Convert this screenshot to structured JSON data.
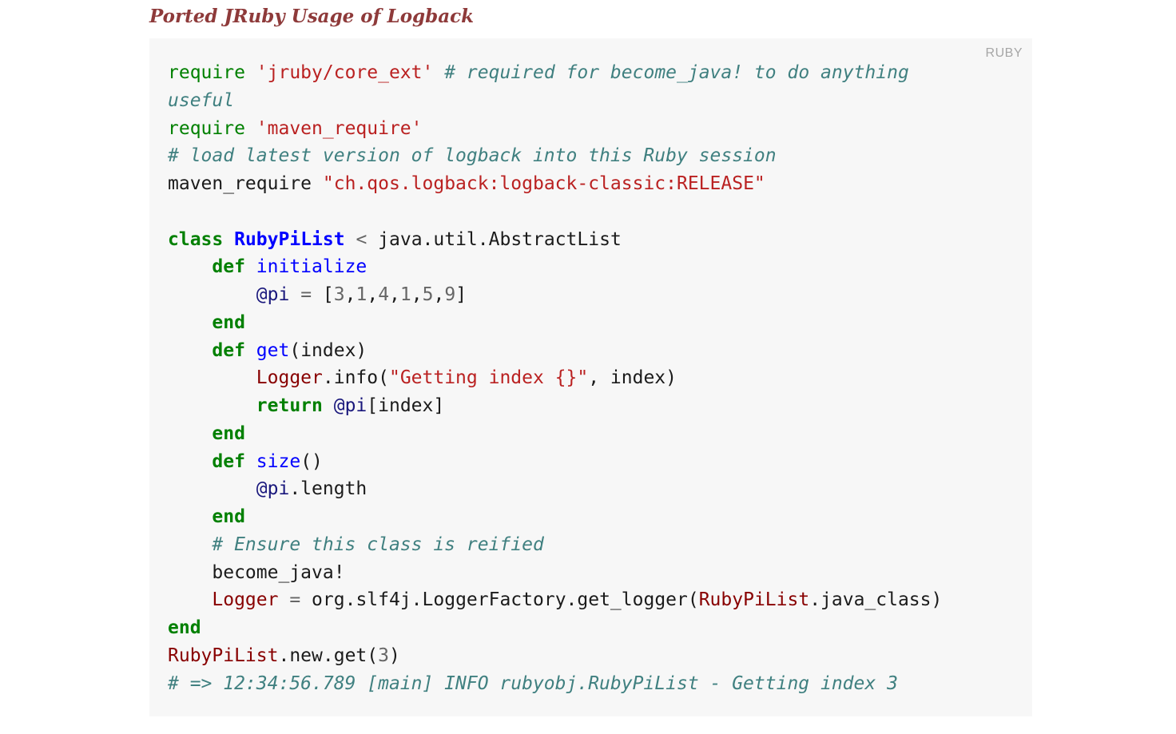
{
  "title": {
    "text": "Ported JRuby Usage of Logback",
    "color": "#8e3a3a"
  },
  "code": {
    "language_label": "RUBY",
    "background": "#f7f7f7",
    "token_colors": {
      "keyword": "#008000",
      "builtin": "#008000",
      "string": "#ba2121",
      "comment": "#408080",
      "class_name": "#0000ff",
      "function_name": "#0000ff",
      "constant": "#880000",
      "instance_variable": "#19177c",
      "number": "#666666",
      "operator": "#666666",
      "plain": "#1b1b1b"
    },
    "lines": [
      [
        [
          "nb",
          "require"
        ],
        [
          "p",
          " "
        ],
        [
          "s",
          "'jruby/core_ext'"
        ],
        [
          "p",
          " "
        ],
        [
          "c",
          "# required for become_java! to do anything"
        ]
      ],
      [
        [
          "c",
          "useful"
        ]
      ],
      [
        [
          "nb",
          "require"
        ],
        [
          "p",
          " "
        ],
        [
          "s",
          "'maven_require'"
        ]
      ],
      [
        [
          "c",
          "# load latest version of logback into this Ruby session"
        ]
      ],
      [
        [
          "p",
          "maven_require "
        ],
        [
          "s",
          "\"ch.qos.logback:logback-classic:RELEASE\""
        ]
      ],
      [],
      [
        [
          "k",
          "class"
        ],
        [
          "p",
          " "
        ],
        [
          "nc",
          "RubyPiList"
        ],
        [
          "p",
          " "
        ],
        [
          "o",
          "<"
        ],
        [
          "p",
          " java.util.AbstractList"
        ]
      ],
      [
        [
          "p",
          "    "
        ],
        [
          "k",
          "def"
        ],
        [
          "p",
          " "
        ],
        [
          "nf",
          "initialize"
        ]
      ],
      [
        [
          "p",
          "        "
        ],
        [
          "vi",
          "@pi"
        ],
        [
          "p",
          " "
        ],
        [
          "o",
          "="
        ],
        [
          "p",
          " ["
        ],
        [
          "m",
          "3"
        ],
        [
          "p",
          ","
        ],
        [
          "m",
          "1"
        ],
        [
          "p",
          ","
        ],
        [
          "m",
          "4"
        ],
        [
          "p",
          ","
        ],
        [
          "m",
          "1"
        ],
        [
          "p",
          ","
        ],
        [
          "m",
          "5"
        ],
        [
          "p",
          ","
        ],
        [
          "m",
          "9"
        ],
        [
          "p",
          "]"
        ]
      ],
      [
        [
          "p",
          "    "
        ],
        [
          "k",
          "end"
        ]
      ],
      [
        [
          "p",
          "    "
        ],
        [
          "k",
          "def"
        ],
        [
          "p",
          " "
        ],
        [
          "nf",
          "get"
        ],
        [
          "p",
          "(index)"
        ]
      ],
      [
        [
          "p",
          "        "
        ],
        [
          "no",
          "Logger"
        ],
        [
          "p",
          ".info("
        ],
        [
          "s",
          "\"Getting index {}\""
        ],
        [
          "p",
          ", index)"
        ]
      ],
      [
        [
          "p",
          "        "
        ],
        [
          "k",
          "return"
        ],
        [
          "p",
          " "
        ],
        [
          "vi",
          "@pi"
        ],
        [
          "p",
          "[index]"
        ]
      ],
      [
        [
          "p",
          "    "
        ],
        [
          "k",
          "end"
        ]
      ],
      [
        [
          "p",
          "    "
        ],
        [
          "k",
          "def"
        ],
        [
          "p",
          " "
        ],
        [
          "nf",
          "size"
        ],
        [
          "p",
          "()"
        ]
      ],
      [
        [
          "p",
          "        "
        ],
        [
          "vi",
          "@pi"
        ],
        [
          "p",
          ".length"
        ]
      ],
      [
        [
          "p",
          "    "
        ],
        [
          "k",
          "end"
        ]
      ],
      [
        [
          "p",
          "    "
        ],
        [
          "c",
          "# Ensure this class is reified"
        ]
      ],
      [
        [
          "p",
          "    become_java!"
        ]
      ],
      [
        [
          "p",
          "    "
        ],
        [
          "no",
          "Logger"
        ],
        [
          "p",
          " "
        ],
        [
          "o",
          "="
        ],
        [
          "p",
          " org.slf4j.LoggerFactory.get_logger("
        ],
        [
          "no",
          "RubyPiList"
        ],
        [
          "p",
          ".java_class)"
        ]
      ],
      [
        [
          "k",
          "end"
        ]
      ],
      [
        [
          "no",
          "RubyPiList"
        ],
        [
          "p",
          ".new.get("
        ],
        [
          "m",
          "3"
        ],
        [
          "p",
          ")"
        ]
      ],
      [
        [
          "c",
          "# => 12:34:56.789 [main] INFO rubyobj.RubyPiList - Getting index 3"
        ]
      ]
    ]
  }
}
